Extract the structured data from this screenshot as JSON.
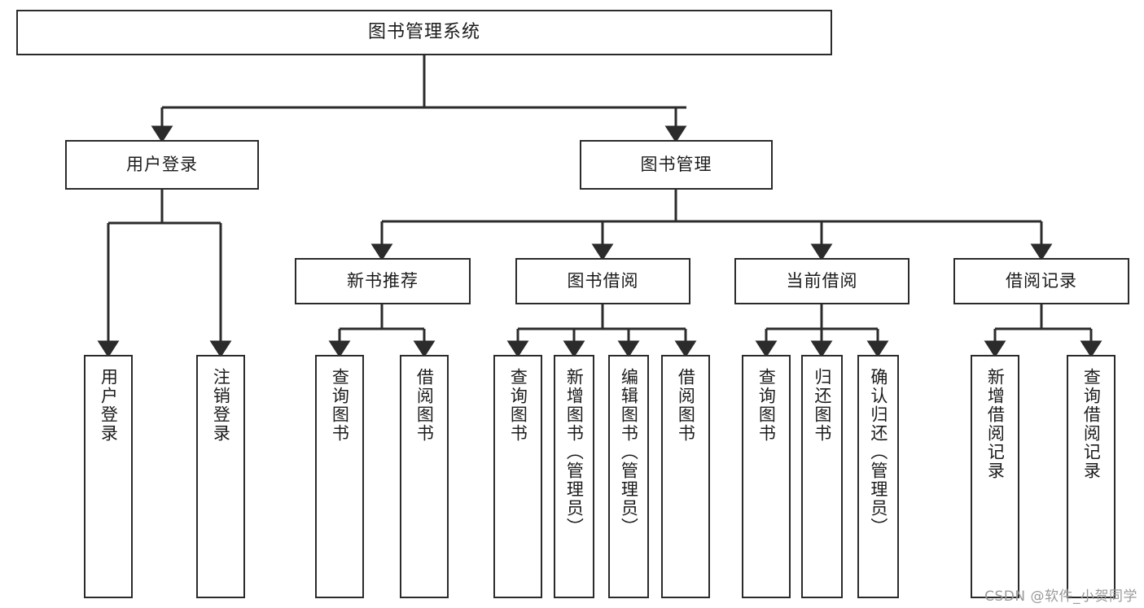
{
  "diagram": {
    "type": "tree-hierarchy",
    "title": "图书管理系统",
    "watermark": "CSDN @软件_小贺同学",
    "colors": {
      "box_border": "#2b2b2b",
      "box_fill": "#ffffff",
      "connector": "#2b2b2b",
      "text": "#1b1b1b",
      "watermark": "#9a9a9a"
    },
    "nodes": {
      "root": {
        "label": "图书管理系统"
      },
      "level2": [
        {
          "id": "user-login",
          "label": "用户登录"
        },
        {
          "id": "book-manage",
          "label": "图书管理"
        }
      ],
      "level3": [
        {
          "id": "new-book-recommend",
          "label": "新书推荐",
          "parent": "book-manage"
        },
        {
          "id": "book-borrow",
          "label": "图书借阅",
          "parent": "book-manage"
        },
        {
          "id": "current-borrow",
          "label": "当前借阅",
          "parent": "book-manage"
        },
        {
          "id": "borrow-record",
          "label": "借阅记录",
          "parent": "book-manage"
        }
      ],
      "leaves": [
        {
          "id": "leaf-user-login",
          "label": "用户登录",
          "parent": "user-login"
        },
        {
          "id": "leaf-logout-login",
          "label": "注销登录",
          "parent": "user-login"
        },
        {
          "id": "leaf-query-book-1",
          "label": "查询图书",
          "parent": "new-book-recommend"
        },
        {
          "id": "leaf-borrow-book-1",
          "label": "借阅图书",
          "parent": "new-book-recommend"
        },
        {
          "id": "leaf-query-book-2",
          "label": "查询图书",
          "parent": "book-borrow"
        },
        {
          "id": "leaf-add-book",
          "label": "新增图书（管理员）",
          "parent": "book-borrow"
        },
        {
          "id": "leaf-edit-book",
          "label": "编辑图书（管理员）",
          "parent": "book-borrow"
        },
        {
          "id": "leaf-borrow-book-2",
          "label": "借阅图书",
          "parent": "book-borrow"
        },
        {
          "id": "leaf-query-book-3",
          "label": "查询图书",
          "parent": "current-borrow"
        },
        {
          "id": "leaf-return-book",
          "label": "归还图书",
          "parent": "current-borrow"
        },
        {
          "id": "leaf-confirm-return",
          "label": "确认归还（管理员）",
          "parent": "current-borrow"
        },
        {
          "id": "leaf-add-record",
          "label": "新增借阅记录",
          "parent": "borrow-record"
        },
        {
          "id": "leaf-query-record",
          "label": "查询借阅记录",
          "parent": "borrow-record"
        }
      ]
    }
  }
}
